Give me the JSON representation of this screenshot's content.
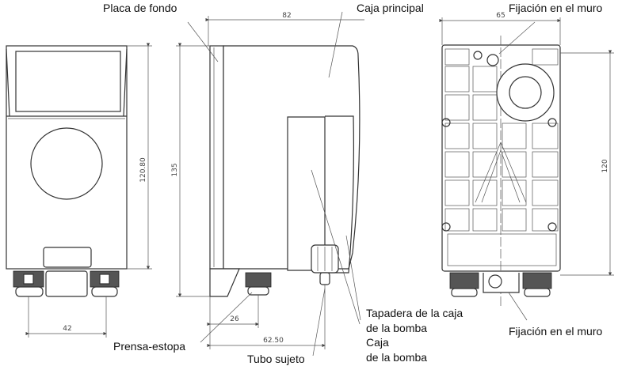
{
  "labels": {
    "back_plate": "Placa de fondo",
    "main_case": "Caja principal",
    "wall_fixing_top": "Fijación en el muro",
    "wall_fixing_bottom": "Fijación en el muro",
    "cable_gland": "Prensa-estopa",
    "tube_holder": "Tubo sujeto",
    "pump_case_cover_1": "Tapadera de la caja",
    "pump_case_cover_2": "de la bomba",
    "pump_case_1": "Caja",
    "pump_case_2": "de la bomba"
  },
  "dimensions": {
    "front_height": "120.80",
    "front_gland_spacing": "42",
    "side_height": "135",
    "side_depth": "82",
    "side_gland_offset": "26",
    "side_tube_offset": "62.50",
    "back_width": "65",
    "back_hole_spacing": "120"
  }
}
